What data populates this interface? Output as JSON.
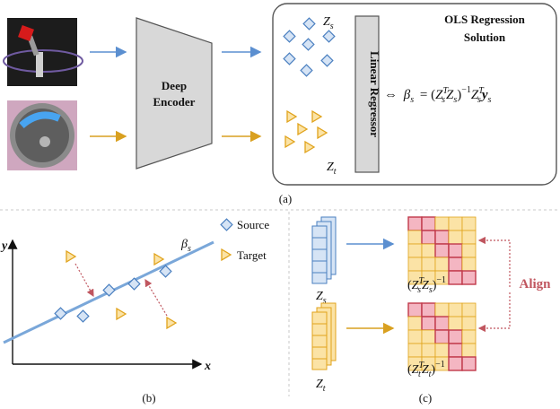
{
  "panel_a": {
    "encoder_label_line1": "Deep",
    "encoder_label_line2": "Encoder",
    "ols_title_line1": "OLS Regression",
    "ols_title_line2": "Solution",
    "regressor_label": "Linear Regressor",
    "zs_label": "Z",
    "zs_sub": "s",
    "zt_label": "Z",
    "zt_sub": "t",
    "equation": {
      "arrow": "⇔",
      "beta": "β",
      "beta_sub": "s",
      "equals": "= (",
      "Z": "Z",
      "T": "T",
      "s": "s",
      "inv": "−1",
      "y": "y"
    },
    "caption": "(a)"
  },
  "panel_b": {
    "y_axis": "y",
    "x_axis": "x",
    "beta_label": "β",
    "beta_sub": "s",
    "legend_source": "Source",
    "legend_target": "Target",
    "caption": "(b)"
  },
  "panel_c": {
    "zs_label": "Z",
    "zs_sub": "s",
    "zt_label": "Z",
    "zt_sub": "t",
    "matrix_s_label": {
      "open": "(",
      "Z": "Z",
      "T": "T",
      "sub": "s",
      "close": ")",
      "inv": "−1"
    },
    "matrix_t_label": {
      "open": "(",
      "Z": "Z",
      "T": "T",
      "sub": "t",
      "close": ")",
      "inv": "−1"
    },
    "align_label": "Align",
    "caption": "(c)"
  },
  "colors": {
    "source_blue": "#4a7fc0",
    "source_fill": "#d6e4f5",
    "target_orange": "#e0a31c",
    "target_fill": "#fbe3a6",
    "highlight_red": "#c0394a",
    "highlight_fill": "#f4b6c2",
    "line_blue": "#7aa7d9",
    "align_red": "#c0565f"
  }
}
